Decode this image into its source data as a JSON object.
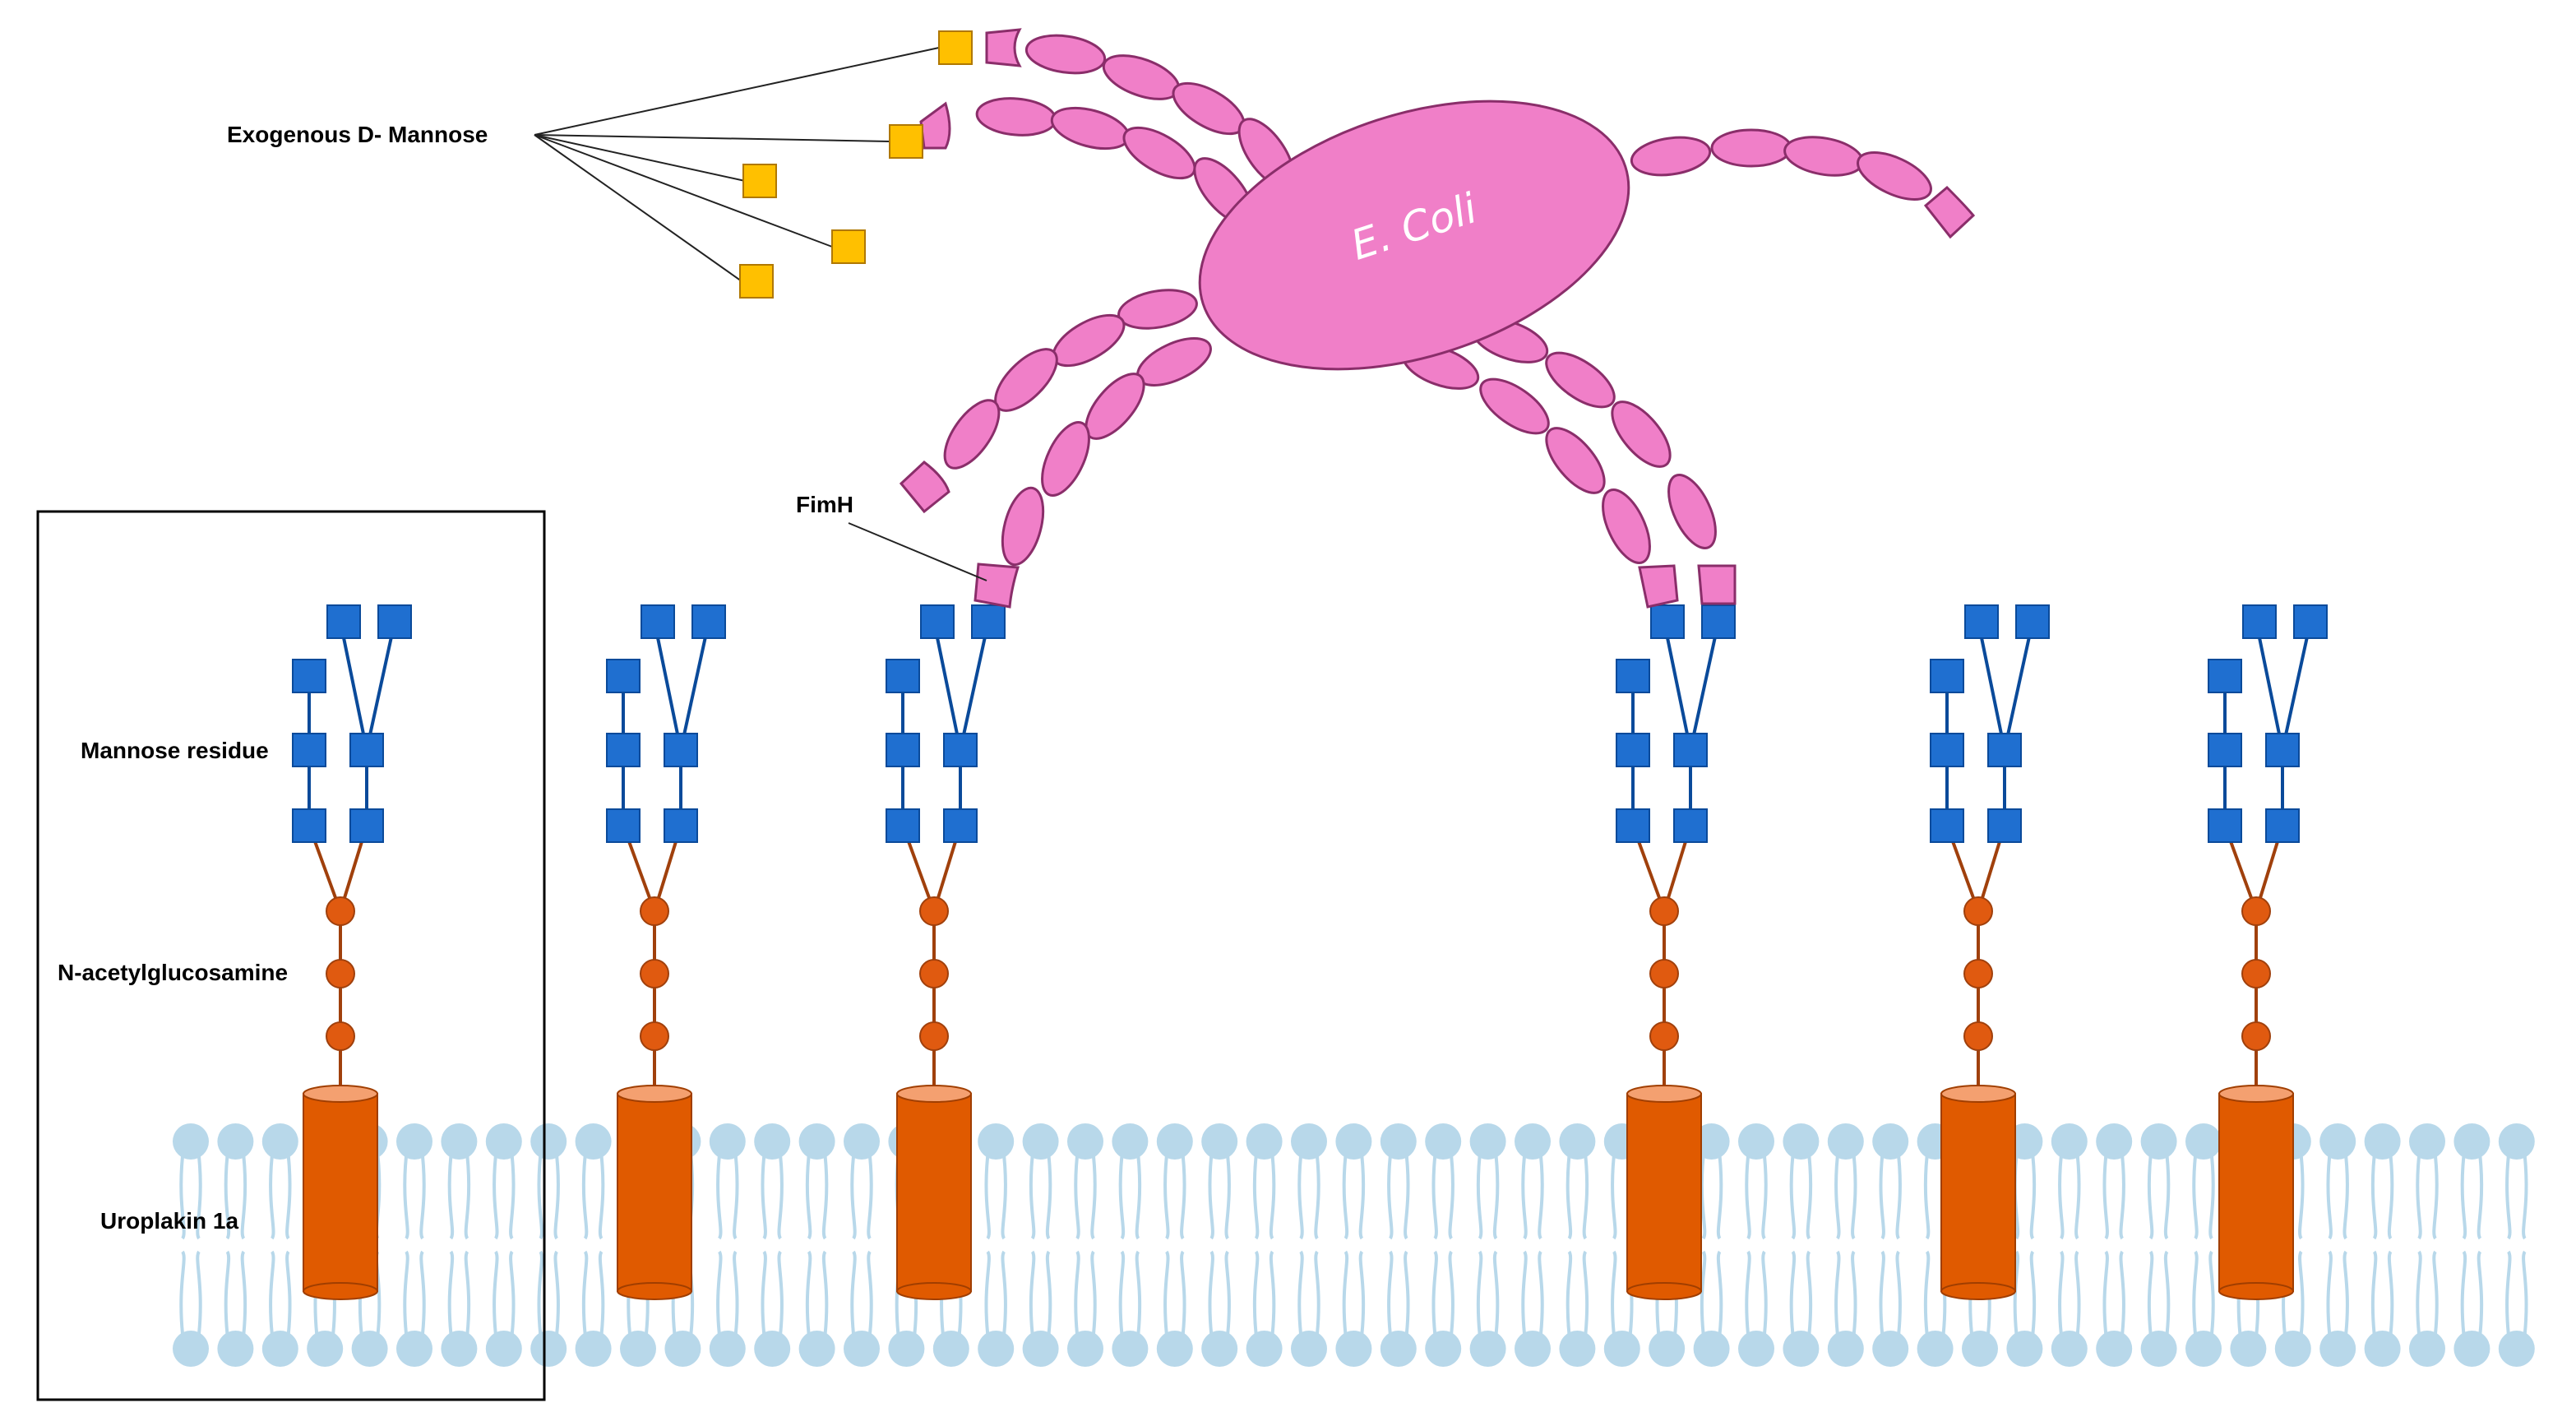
{
  "labels": {
    "exogenous": "Exogenous D- Mannose",
    "fimh": "FimH",
    "mannose_residue": "Mannose residue",
    "nag": "N-acetylglucosamine",
    "uroplakin": "Uroplakin 1a",
    "ecoli": "E. Coli"
  },
  "colors": {
    "ecoli_fill": "#f07fc8",
    "ecoli_stroke": "#8a2e6a",
    "mannose_blue": "#1f6fd0",
    "glcnac_orange": "#e05a10",
    "cylinder": "#e05a00",
    "cylinder_top": "#f4a070",
    "membrane": "#b8d8ea",
    "exogenous_yellow": "#ffc000"
  },
  "structure": {
    "receptor_count": 6,
    "exogenous_mannose_count": 5
  }
}
